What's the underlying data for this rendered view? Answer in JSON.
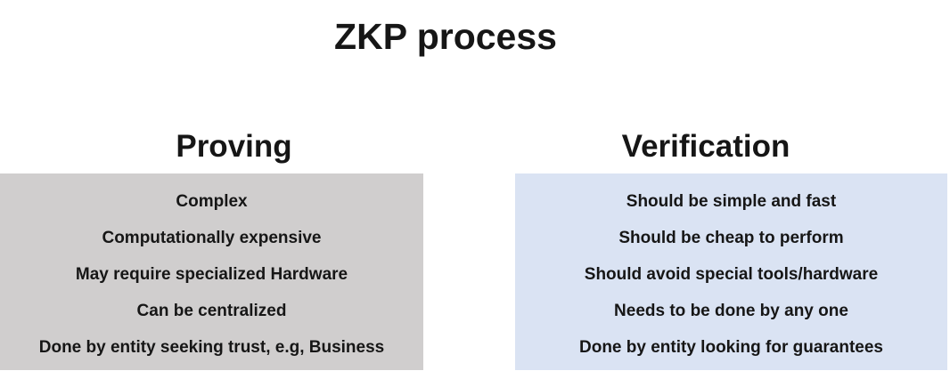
{
  "title": "ZKP process",
  "columns": [
    {
      "heading": "Proving",
      "items": [
        "Complex",
        "Computationally expensive",
        "May require specialized Hardware",
        "Can be centralized",
        "Done by entity seeking trust, e.g, Business"
      ],
      "bg_color": "#d0cece"
    },
    {
      "heading": "Verification",
      "items": [
        "Should be simple and fast",
        "Should be cheap to perform",
        "Should avoid special tools/hardware",
        "Needs to be done by any one",
        "Done by entity looking for guarantees"
      ],
      "bg_color": "#dae3f3"
    }
  ],
  "colors": {
    "background": "#ffffff",
    "text": "#161616",
    "proving_box": "#d0cece",
    "verification_box": "#dae3f3"
  }
}
